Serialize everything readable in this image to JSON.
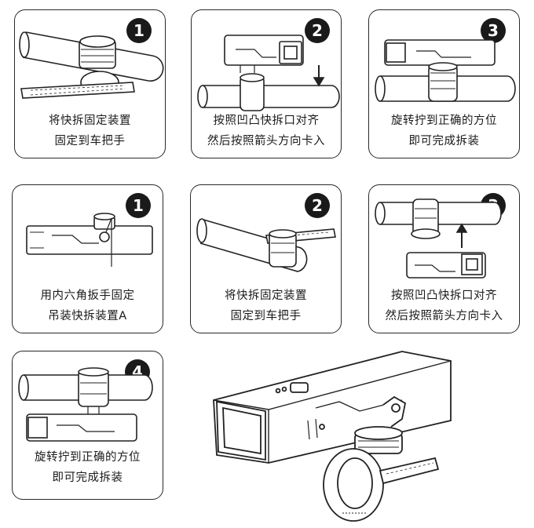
{
  "panels": [
    {
      "step": "1",
      "lines": [
        "将快拆固定装置",
        "固定到车把手"
      ]
    },
    {
      "step": "2",
      "lines": [
        "按照凹凸快拆口对齐",
        "然后按照箭头方向卡入"
      ]
    },
    {
      "step": "3",
      "lines": [
        "旋转拧到正确的方位",
        "即可完成拆装"
      ]
    },
    {
      "step": "1",
      "lines": [
        "用内六角扳手固定",
        "吊装快拆装置A"
      ]
    },
    {
      "step": "2",
      "lines": [
        "将快拆固定装置",
        "固定到车把手"
      ]
    },
    {
      "step": "3",
      "lines": [
        "按照凹凸快拆口对齐",
        "然后按照箭头方向卡入"
      ]
    },
    {
      "step": "4",
      "lines": [
        "旋转拧到正确的方位",
        "即可完成拆装"
      ]
    }
  ]
}
